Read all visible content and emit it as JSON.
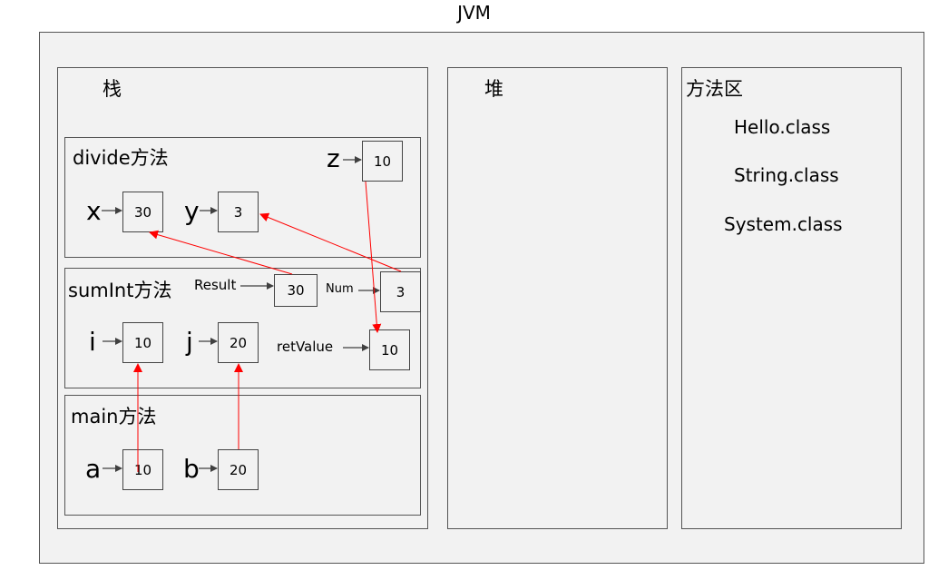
{
  "title": "JVM",
  "stack": {
    "label": "栈",
    "frames": {
      "divide": {
        "label": "divide方法",
        "x": {
          "name": "x",
          "value": "30"
        },
        "y": {
          "name": "y",
          "value": "3"
        },
        "z": {
          "name": "z",
          "value": "10"
        }
      },
      "sumInt": {
        "label": "sumInt方法",
        "result": {
          "name": "Result",
          "value": "30"
        },
        "num": {
          "name": "Num",
          "value": "3"
        },
        "i": {
          "name": "i",
          "value": "10"
        },
        "j": {
          "name": "j",
          "value": "20"
        },
        "retValue": {
          "name": "retValue",
          "value": "10"
        }
      },
      "main": {
        "label": "main方法",
        "a": {
          "name": "a",
          "value": "10"
        },
        "b": {
          "name": "b",
          "value": "20"
        }
      }
    }
  },
  "heap": {
    "label": "堆"
  },
  "method_area": {
    "label": "方法区",
    "classes": [
      "Hello.class",
      "String.class",
      "System.class"
    ]
  },
  "colors": {
    "link_arrow": "#ff0000",
    "pointer_arrow": "#404040"
  }
}
